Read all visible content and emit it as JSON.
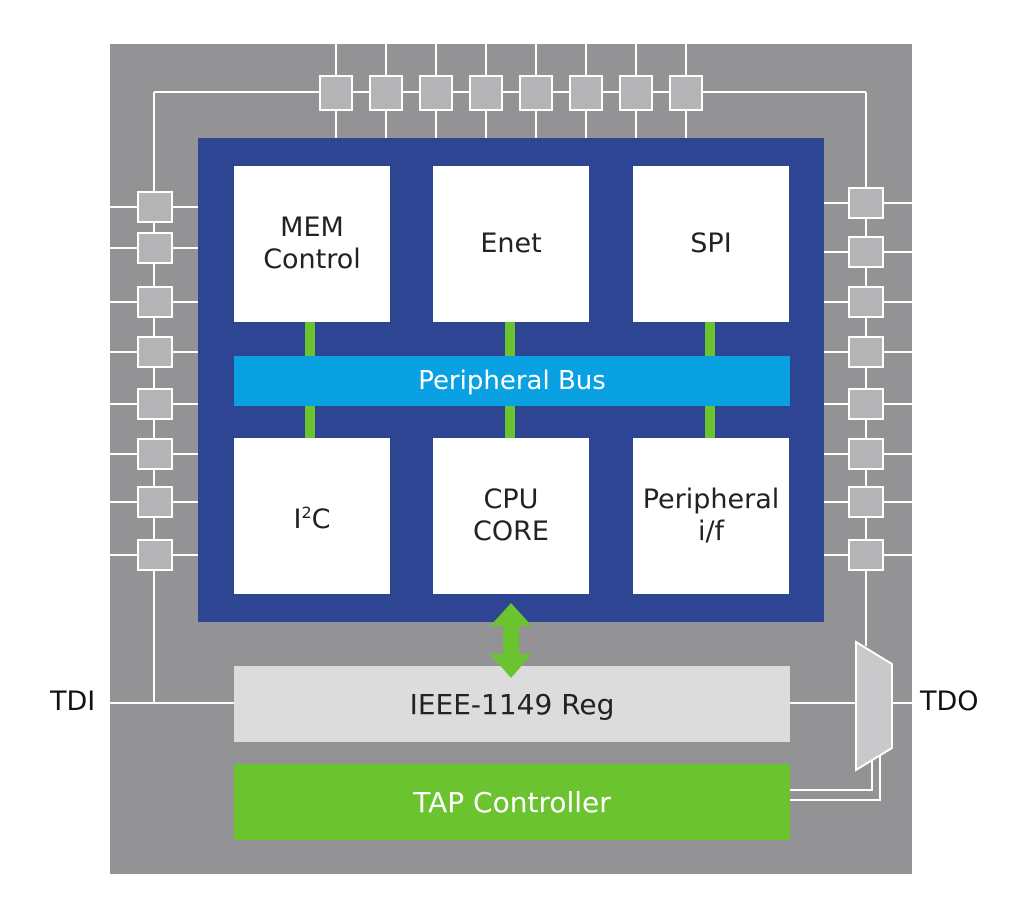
{
  "blocks": {
    "mem": "MEM\nControl",
    "enet": "Enet",
    "spi": "SPI",
    "i2c_base": "I",
    "i2c_sup": "2",
    "i2c_tail": "C",
    "cpu": "CPU\nCORE",
    "periph_if": "Peripheral\ni/f"
  },
  "bus": {
    "label": "Peripheral Bus"
  },
  "register": {
    "label": "IEEE-1149 Reg"
  },
  "tap": {
    "label": "TAP Controller"
  },
  "pins": {
    "tdi": "TDI",
    "tdo": "TDO"
  },
  "colors": {
    "chip": "#939396",
    "core": "#2e4594",
    "bus": "#0aa1e3",
    "link": "#6bc32f",
    "cell": "#b4b4b6",
    "register": "#dcdcdd"
  },
  "icons": [
    "boundary-scan-cell",
    "bidirectional-arrow",
    "output-multiplexer"
  ]
}
